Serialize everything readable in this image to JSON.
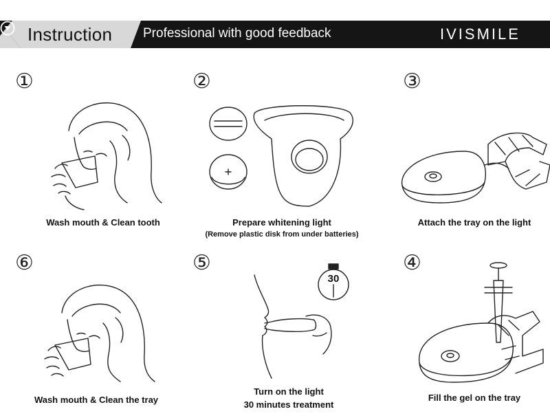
{
  "header": {
    "title": "Instruction",
    "tagline": "Professional with good feedback",
    "brand": "IVISMILE",
    "brand_icon": "chevron-down-circle-icon"
  },
  "steps": [
    {
      "number": "①",
      "caption": "Wash mouth & Clean tooth",
      "icon": "woman-drinking-cup"
    },
    {
      "number": "②",
      "caption": "Prepare whitening light",
      "sub": "(Remove plastic disk from under batteries)",
      "icon": "whitening-light-device"
    },
    {
      "number": "③",
      "caption": "Attach the tray on the light",
      "icon": "tray-on-light"
    },
    {
      "number": "⑥",
      "caption": "Wash mouth & Clean the tray",
      "icon": "woman-drinking-cup"
    },
    {
      "number": "⑤",
      "caption": "Turn on the light",
      "sub": "30 minutes treatment",
      "timer": "30",
      "icon": "light-in-mouth-timer"
    },
    {
      "number": "④",
      "caption": "Fill the gel on the tray",
      "icon": "syringe-gel-tray"
    }
  ],
  "colors": {
    "header_bg": "#151515",
    "tab_bg": "#d8d8d8",
    "text": "#111111",
    "line": "#222222"
  }
}
